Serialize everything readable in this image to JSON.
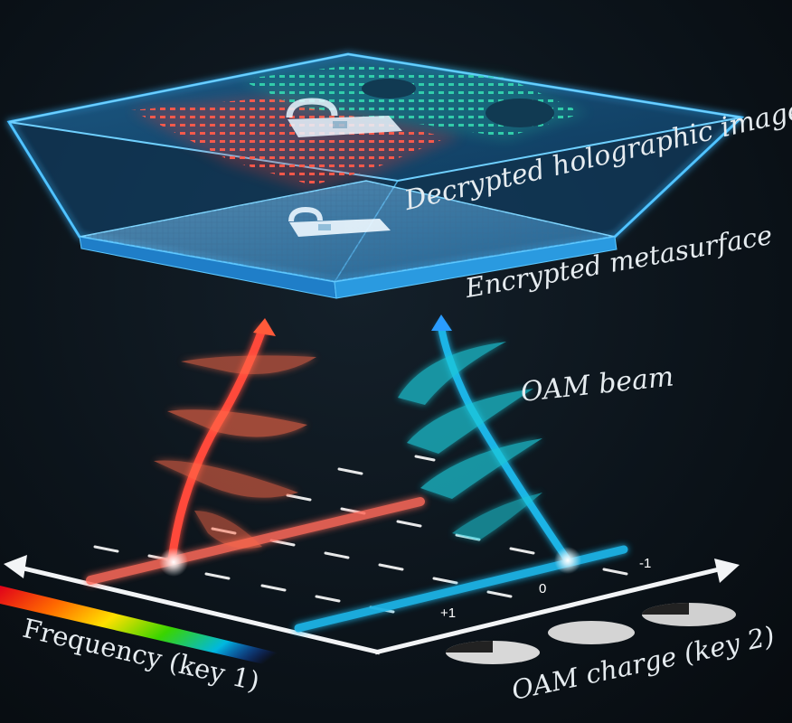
{
  "labels": {
    "hologram": "Decrypted holographic image",
    "metasurface": "Encrypted metasurface",
    "beam": "OAM beam",
    "frequency_axis": "Frequency (key 1)",
    "oam_axis": "OAM charge (key 2)"
  },
  "oam_ticks": [
    "+1",
    "0",
    "-1"
  ],
  "colors": {
    "red_beam": "#ff4a3a",
    "blue_beam": "#1fb4e6",
    "glow": "#3ab8ff",
    "hologram_red": "#ff5a4a",
    "hologram_green": "#34d8b0"
  },
  "icons": [
    "lock-icon",
    "lock-icon"
  ]
}
